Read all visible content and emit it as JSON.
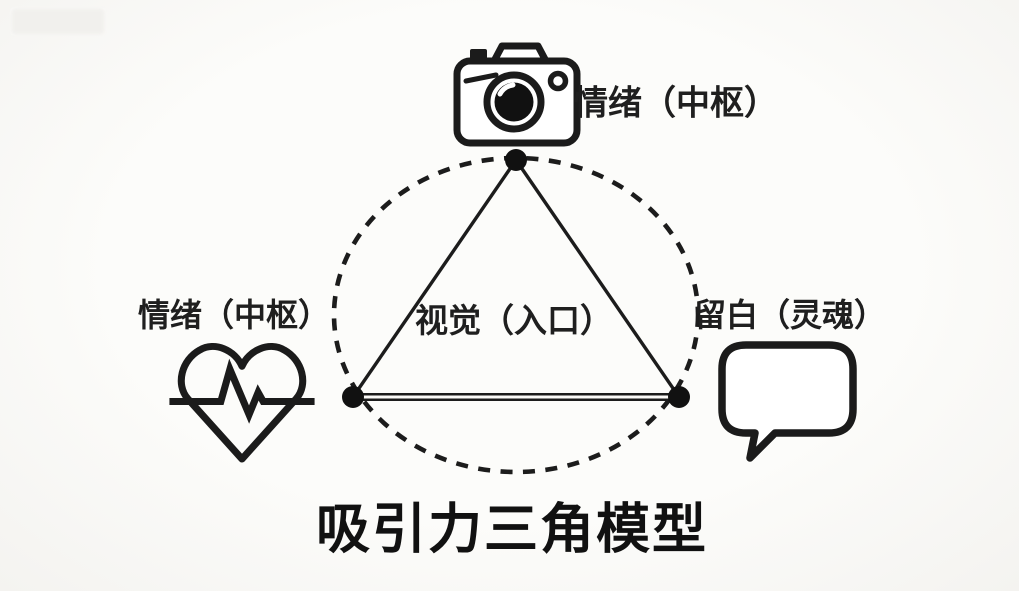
{
  "diagram": {
    "title": "吸引力三角模型",
    "center_label": "视觉（入口）",
    "nodes": {
      "top": {
        "icon": "camera-icon",
        "label": "情绪（中枢）"
      },
      "left": {
        "icon": "heartbeat-icon",
        "label": "情绪（中枢）"
      },
      "right": {
        "icon": "speech-bubble-icon",
        "label": "留白（灵魂）"
      }
    },
    "colors": {
      "ink": "#1c1c1c",
      "background": "#fbfaf7"
    }
  },
  "watermark": {
    "label": ""
  }
}
